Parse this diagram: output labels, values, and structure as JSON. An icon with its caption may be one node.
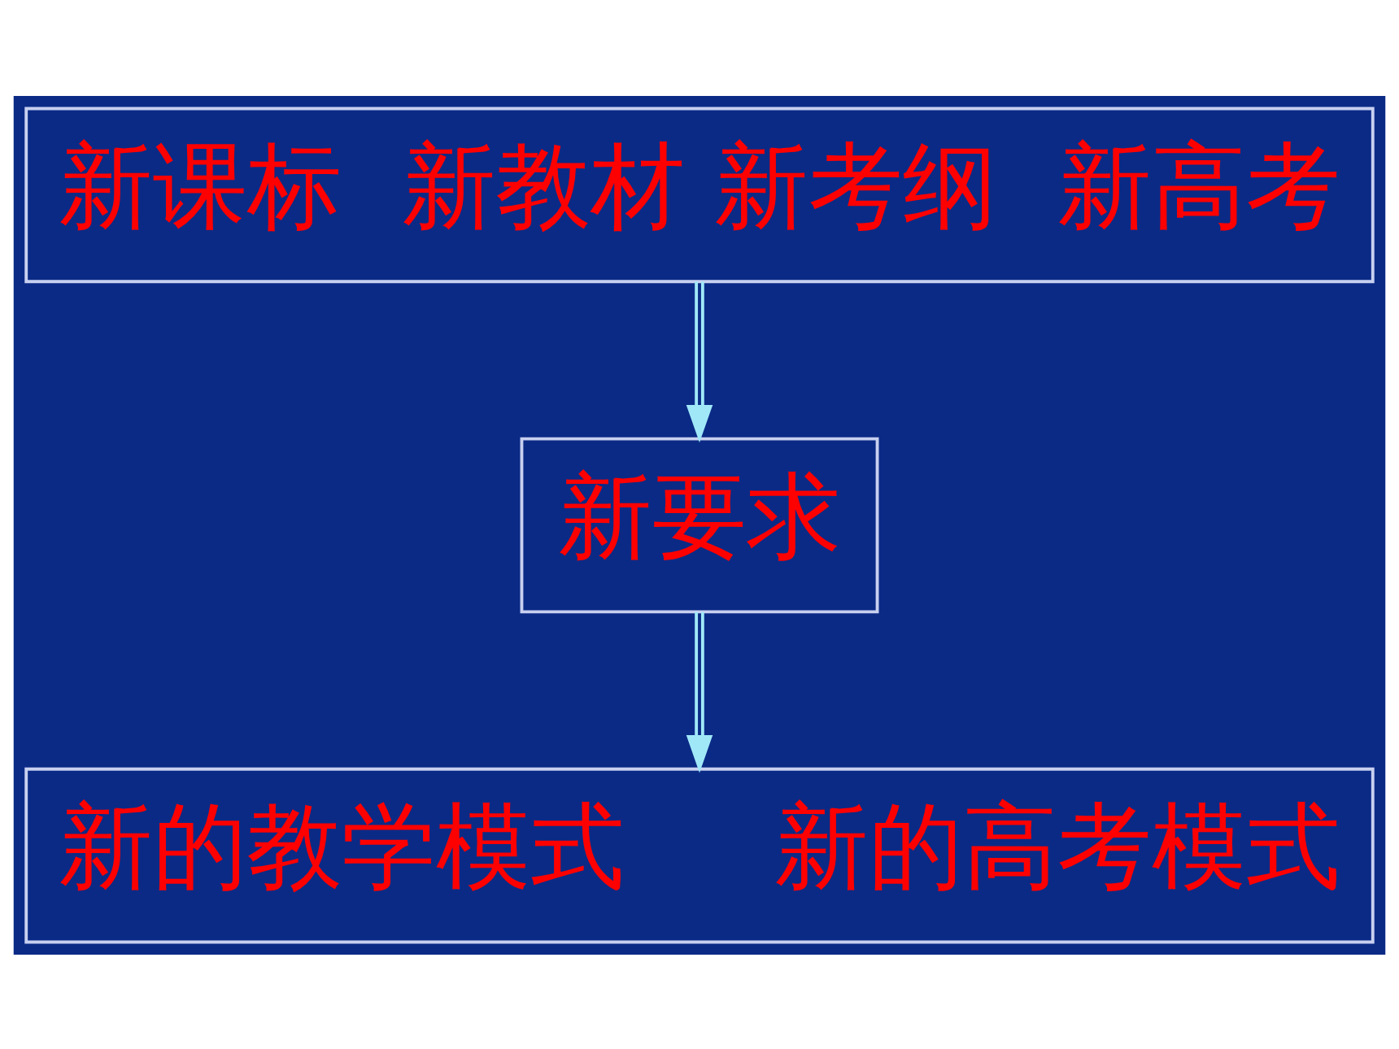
{
  "diagram": {
    "nodes": [
      {
        "text": [
          "新课标  新教材 新考纲  新高考"
        ]
      },
      {
        "text": [
          "新要求"
        ]
      },
      {
        "text": [
          "新的教学模式     新的高考模式"
        ]
      }
    ],
    "edges": [
      {
        "from": 0,
        "to": 1,
        "arrow": "to"
      },
      {
        "from": 1,
        "to": 2,
        "arrow": "to"
      }
    ]
  }
}
